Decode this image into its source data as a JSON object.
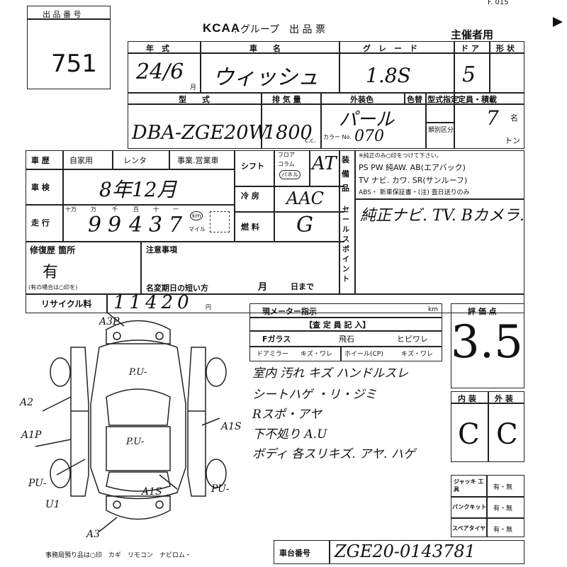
{
  "header": {
    "lot_label": "出 品 番 号",
    "lot_number": "751",
    "company": "KCAA",
    "group_title": ". グループ　出 品 票",
    "organizer": "主催者用",
    "form_code": "F. 015"
  },
  "row1": {
    "year_label": "年　式",
    "year_value": "24/6",
    "year_unit": "月",
    "carname_label": "車　　名",
    "carname_value": "ウィッシュ",
    "grade_label": "グ　レ　ー　ド",
    "grade_value": "1.8S",
    "doors_label": "ド ア",
    "doors_value": "5",
    "body_label": "形 状"
  },
  "row2": {
    "model_label": "型　　式",
    "model_value": "DBA-ZGE20W",
    "disp_label": "排 気 量",
    "disp_value": "1800",
    "disp_unit": "c.c.",
    "color_label": "外装色",
    "color_change_label": "色替",
    "color_value": "パール",
    "color_no_label": "カラー No.",
    "color_no_value": "070",
    "type_label": "型式指定",
    "class_label": "類別区分",
    "seats_label": "定員・積載",
    "seats_value": "7",
    "seats_unit": "名",
    "ton_unit": "トン"
  },
  "history": {
    "label": "車 歴",
    "options": [
      "自家用",
      "レンタ",
      "事業.営業車"
    ],
    "shift_label": "シフト",
    "shift_options": [
      "フロア",
      "コラム",
      "パネル"
    ],
    "shift_value": "AT"
  },
  "inspection": {
    "label": "車 検",
    "value": "8年12月",
    "ac_label": "冷 房",
    "ac_value": "AAC"
  },
  "mileage": {
    "label": "走 行",
    "unit_labels": [
      "十万",
      "万",
      "千",
      "百",
      "十",
      "一"
    ],
    "digits": [
      "9",
      "9",
      "4",
      "3",
      "7"
    ],
    "km_label": "km",
    "mile_label": "マイル",
    "fuel_label": "燃 料",
    "fuel_value": "G"
  },
  "equipment": {
    "side_label": "装備品",
    "note": "※純正のみ○印をつけて下さい。",
    "line1": "PS PW 純AW. AB(エアバック)",
    "line2": "TV ナビ. カワ. SR(サンルーフ)",
    "line3": "ABS・ 新車保証書・(注) 査日送りのみ"
  },
  "sales_point": {
    "side_label": "セールスポイント",
    "value": "純正ナビ. TV. Bカメラ."
  },
  "repair": {
    "label": "修復歴 箇所",
    "value": "有",
    "note": "(有の場合は○印を)"
  },
  "notes": {
    "label": "注意事項",
    "short_label": "名変期日の短い方",
    "month_label": "月",
    "day_label": "日まで"
  },
  "recycle": {
    "label": "リサイクル料",
    "value": "11420",
    "unit": "円"
  },
  "meter": {
    "label": "現メーター指示",
    "unit": "km"
  },
  "inspector": {
    "title": "【査 定 員 記 入】",
    "glass_label": "Fガラス",
    "glass_opt1": "飛石",
    "glass_opt2": "ヒビワレ",
    "mirror_label": "ドアミラー",
    "mirror_opt": "キズ・ワレ",
    "wheel_label": "ホイール(CP)",
    "wheel_opt": "キズ・ワレ",
    "notes": [
      "室内 汚れ キズ ハンドルスレ",
      "シートハゲ ・リ・ジミ",
      "Rスポ・アヤ",
      "下不処り A.U",
      "ボディ 各スリキズ. アヤ. ハゲ"
    ]
  },
  "rating": {
    "label": "評 価 点",
    "value": "3.5",
    "interior_label": "内 装",
    "exterior_label": "外 装",
    "interior_value": "C",
    "exterior_value": "C"
  },
  "tools": {
    "jack_label": "ジャッキ 工 具",
    "jack_value": "有・無",
    "puncture_label": "パンクキット",
    "puncture_value": "有・無",
    "spare_label": "スペアタイヤ",
    "spare_value": "有・無"
  },
  "chassis": {
    "label": "車台番号",
    "value": "ZGE20-0143781"
  },
  "footer": {
    "note": "事務局預り品は○印　カギ　リモコン　ナビロム・"
  },
  "car_marks": {
    "a3p": "A3P",
    "a2": "A2",
    "a1p": "A1P",
    "pu_left": "PU-",
    "u1": "U1",
    "a3": "A3",
    "a1s_right": "A1S",
    "pu_right": "PU-",
    "a1s_bottom": "A1S",
    "roof": "P.U-",
    "hood": "P.U-"
  }
}
